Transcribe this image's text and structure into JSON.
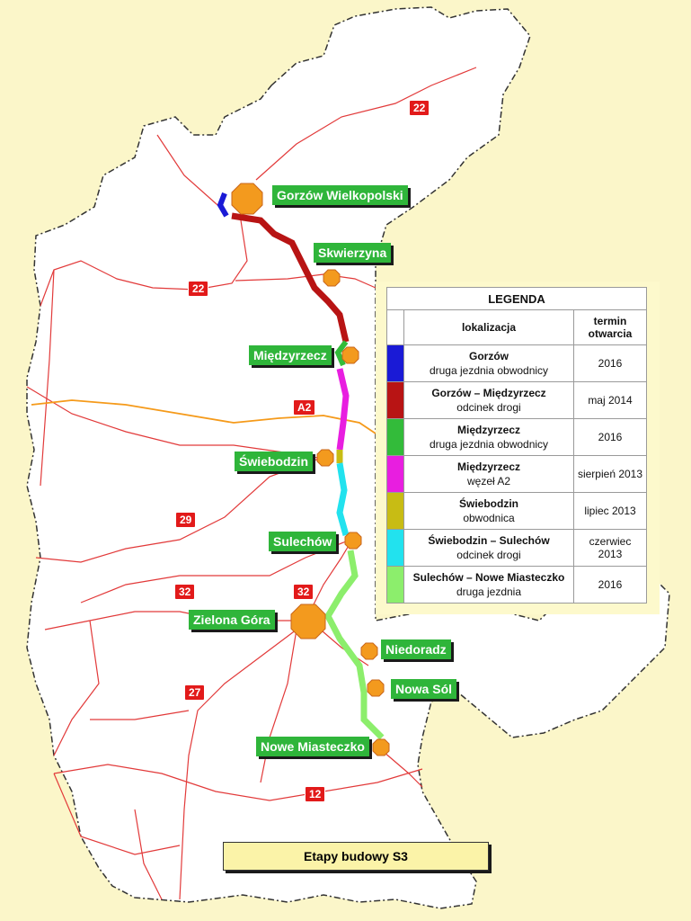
{
  "map": {
    "footer_title": "Etapy budowy S3",
    "cities": [
      {
        "key": "gorzow",
        "label": "Gorzów Wielkopolski"
      },
      {
        "key": "skwierzyna",
        "label": "Skwierzyna"
      },
      {
        "key": "miedzyrzecz",
        "label": "Międzyrzecz"
      },
      {
        "key": "swiebodzin",
        "label": "Świebodzin"
      },
      {
        "key": "sulechow",
        "label": "Sulechów"
      },
      {
        "key": "zielona-gora",
        "label": "Zielona Góra"
      },
      {
        "key": "niedoradz",
        "label": "Niedoradz"
      },
      {
        "key": "nowa-sol",
        "label": "Nowa Sól"
      },
      {
        "key": "nowe-miasteczko",
        "label": "Nowe Miasteczko"
      }
    ],
    "road_labels": [
      "22",
      "22",
      "A2",
      "29",
      "32",
      "32",
      "27",
      "12"
    ],
    "colors": {
      "land": "#ffffff",
      "background": "#fbf6c9",
      "road": "#e23a3a",
      "motorway": "#f59a1a",
      "city_marker": "#f39a1e",
      "label_bg": "#2fb53a",
      "badge_bg": "#e21a1a"
    }
  },
  "legend": {
    "title": "LEGENDA",
    "col_location": "lokalizacja",
    "col_date_line1": "termin",
    "col_date_line2": "otwarcia",
    "rows": [
      {
        "color": "#1a1ad6",
        "name": "Gorzów",
        "desc": "druga jezdnia obwodnicy",
        "date": "2016"
      },
      {
        "color": "#b81414",
        "name": "Gorzów – Międzyrzecz",
        "desc": "odcinek drogi",
        "date": "maj 2014"
      },
      {
        "color": "#33bb3a",
        "name": "Międzyrzecz",
        "desc": "druga jezdnia obwodnicy",
        "date": "2016"
      },
      {
        "color": "#e81ee0",
        "name": "Międzyrzecz",
        "desc": "węzeł A2",
        "date": "sierpień 2013"
      },
      {
        "color": "#c8bc14",
        "name": "Świebodzin",
        "desc": "obwodnica",
        "date": "lipiec 2013"
      },
      {
        "color": "#22e2ee",
        "name": "Świebodzin – Sulechów",
        "desc": "odcinek drogi",
        "date": "czerwiec 2013"
      },
      {
        "color": "#8cee6c",
        "name": "Sulechów – Nowe Miasteczko",
        "desc": "druga jezdnia",
        "date": "2016"
      }
    ]
  }
}
